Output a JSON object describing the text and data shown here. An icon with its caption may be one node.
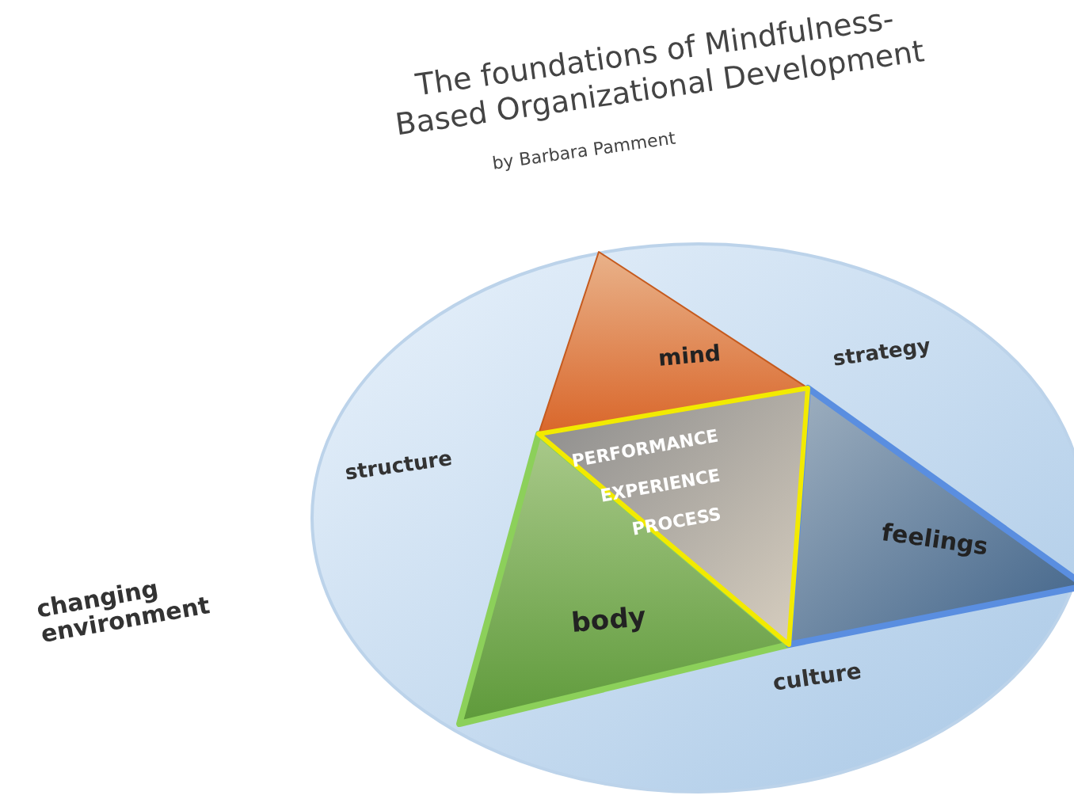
{
  "diagram": {
    "title": "The foundations of Mindfulness-Based Organizational Development",
    "nodes": [
      {
        "text": [
          "structure",
          "strategy",
          "culture"
        ]
      },
      {
        "text": [
          "mind"
        ],
        "in": 0
      },
      {
        "text": [
          "body"
        ],
        "in": 0
      },
      {
        "text": [
          "feelings"
        ],
        "in": 0
      },
      {
        "text": [
          "PERFORMANCE",
          "EXPERIENCE",
          "PROCESS"
        ],
        "in": 0
      }
    ],
    "labels": [
      "by Barbara Pamment",
      "changing environment"
    ]
  }
}
